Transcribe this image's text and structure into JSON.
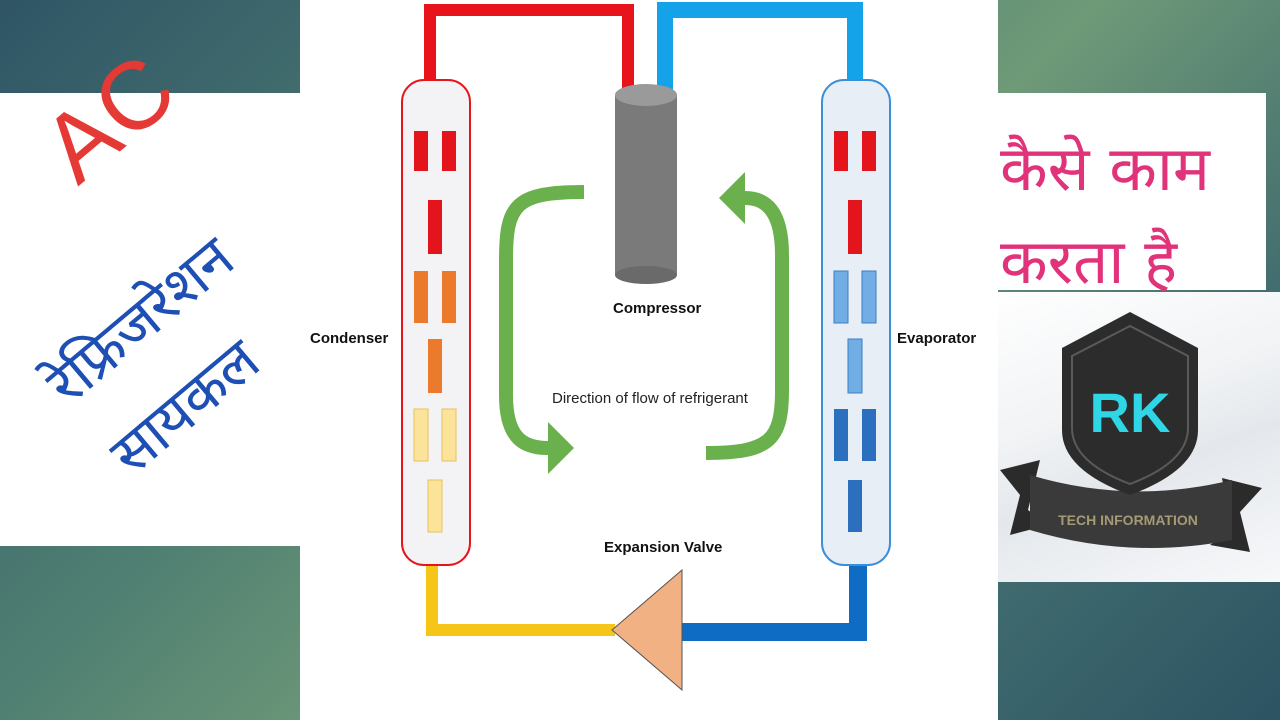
{
  "left": {
    "title_ac": "AC",
    "line1": "रेफ्रिजरेशन",
    "line2": "सायकल"
  },
  "right": {
    "line1": "कैसे काम",
    "line2": "करता है"
  },
  "logo": {
    "initials": "RK",
    "ribbon_text": "TECH INFORMATION"
  },
  "diagram": {
    "condenser_label": "Condenser",
    "compressor_label": "Compressor",
    "evaporator_label": "Evaporator",
    "flow_label": "Direction of flow of refrigerant",
    "valve_label": "Expansion Valve"
  },
  "colors": {
    "hot_pipe": "#e8141c",
    "cold_pipe": "#14a3e8",
    "liquid_pipe": "#f5c518",
    "return_pipe": "#0f6cc4",
    "arrow": "#6ab04c",
    "valve": "#f2b183",
    "compressor": "#7a7a7a"
  }
}
